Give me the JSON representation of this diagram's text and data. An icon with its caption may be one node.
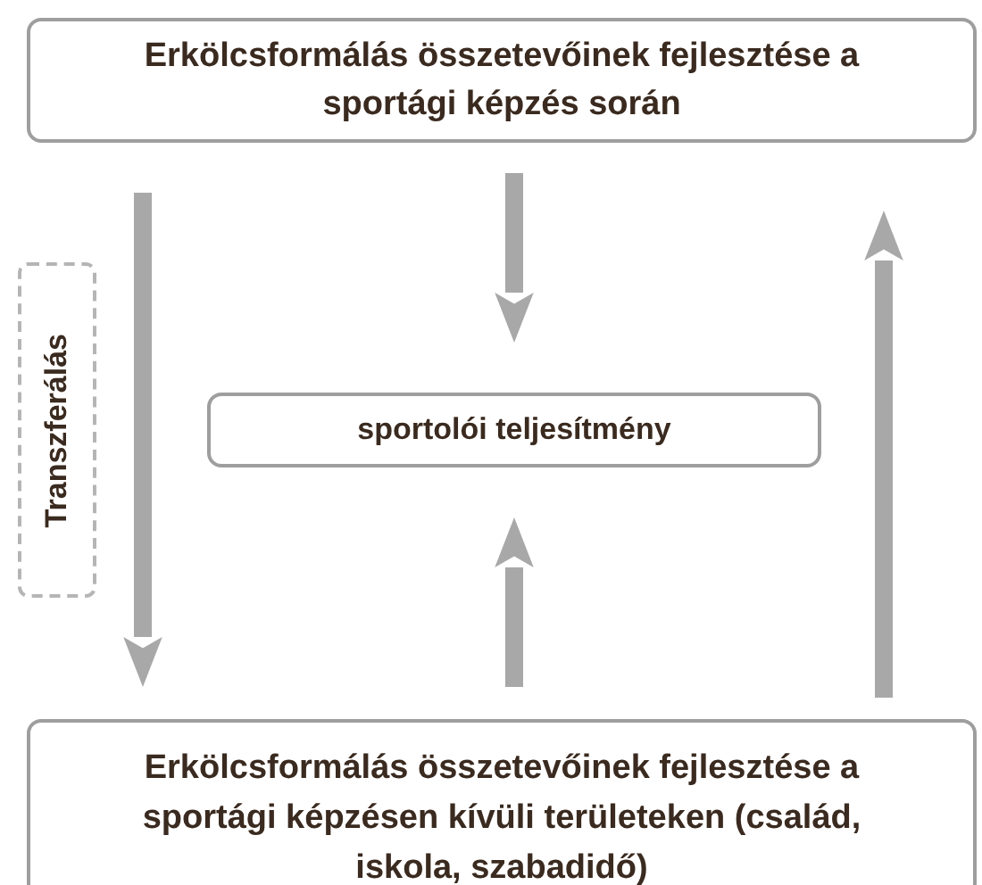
{
  "diagram": {
    "nodes": [
      {
        "text": [
          "Erkölcsformálás összetevőinek fejlesztése a sportági képzés során"
        ]
      },
      {
        "text": [
          "sportolói teljesítmény"
        ]
      },
      {
        "text": [
          "Erkölcsformálás összetevőinek fejlesztése a sportági képzésen kívüli területeken (család, iskola, szabadidő)"
        ]
      },
      {
        "text": [
          "Transzferálás"
        ]
      }
    ],
    "edges": [
      {
        "from": 0,
        "to": 2,
        "arrow": "to"
      },
      {
        "from": 0,
        "to": 1,
        "arrow": "to"
      },
      {
        "from": 2,
        "to": 1,
        "arrow": "to"
      },
      {
        "from": 2,
        "to": 0,
        "arrow": "to"
      }
    ]
  }
}
